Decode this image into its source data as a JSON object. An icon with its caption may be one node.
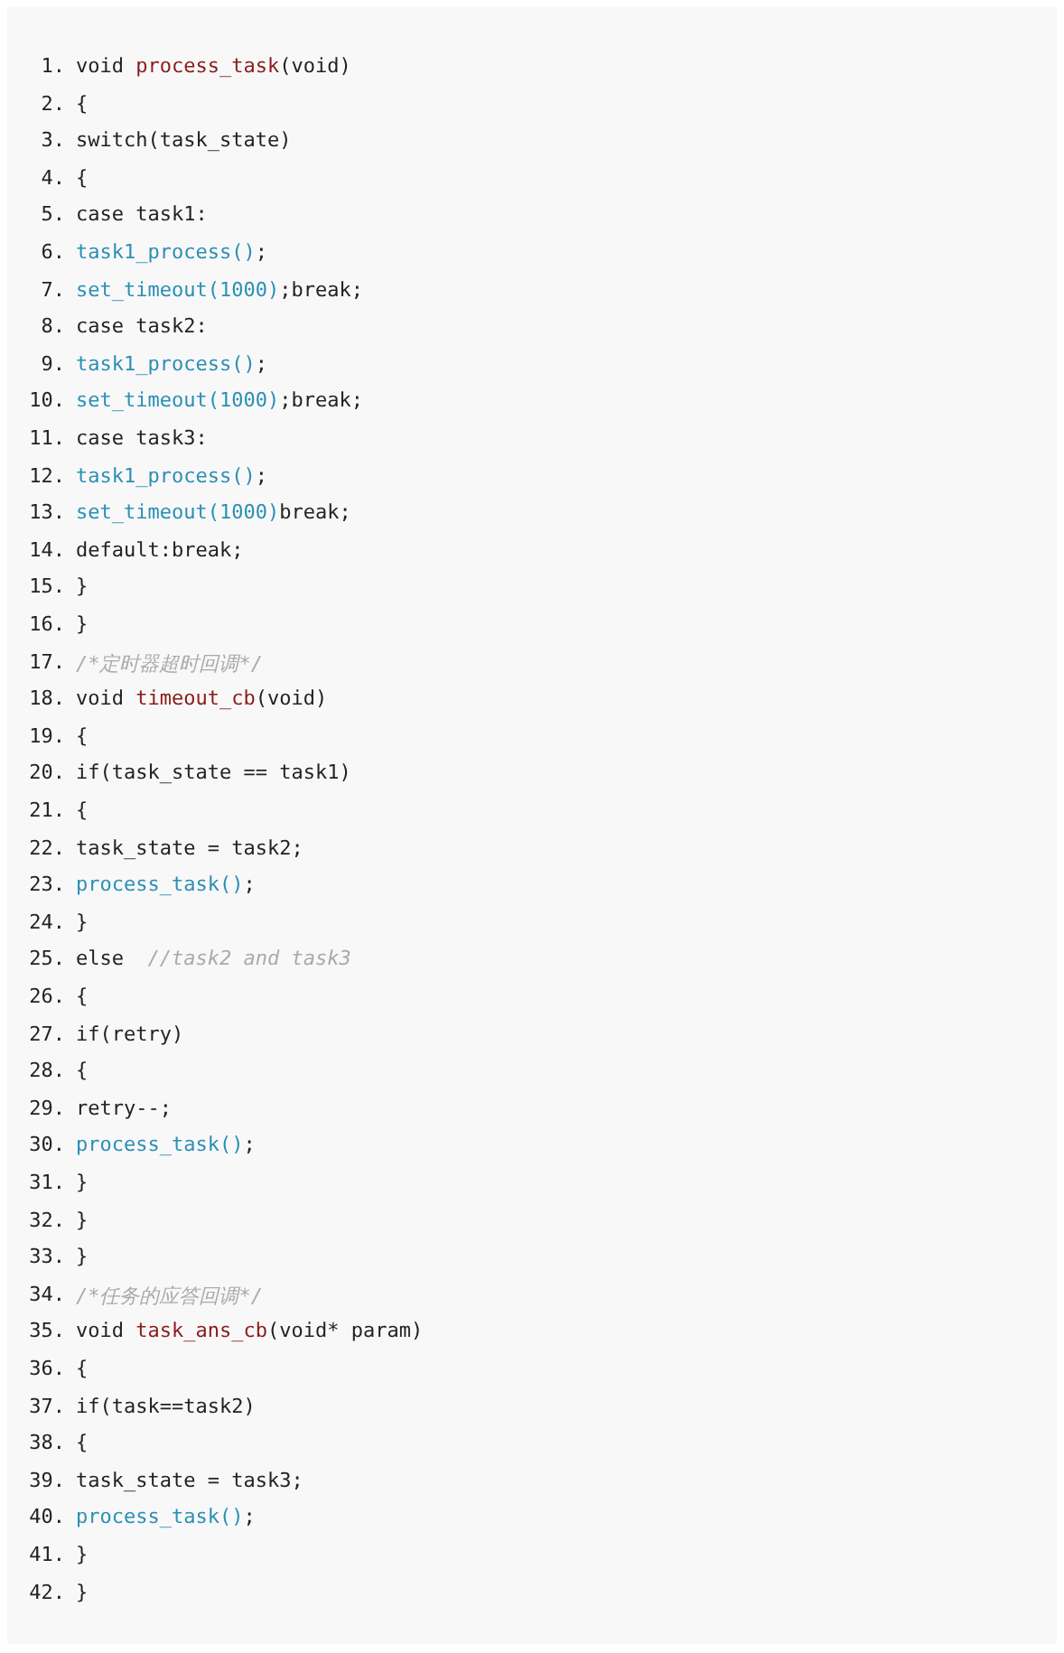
{
  "diagram": {
    "labels": [
      "1.",
      "void process_task(void)",
      "2.",
      "{",
      "3.",
      "switch(task_state)",
      "4.",
      "{",
      "5.",
      "case task1:",
      "6.",
      "task1_process();",
      "7.",
      "set_timeout(1000);break;",
      "8.",
      "case task2:",
      "9.",
      "task1_process();",
      "10.",
      "set_timeout(1000);break;",
      "11.",
      "case task3:",
      "12.",
      "task1_process();",
      "13.",
      "set_timeout(1000)break;",
      "14.",
      "default:break;",
      "15.",
      "}",
      "16.",
      "}",
      "17.",
      "/*定时器超时回调*/",
      "18.",
      "void timeout_cb(void)",
      "19.",
      "{",
      "20.",
      "if(task_state == task1)",
      "21.",
      "{",
      "22.",
      "task_state = task2;",
      "23.",
      "process_task();",
      "24.",
      "}",
      "25.",
      "else  //task2 and task3",
      "26.",
      "{",
      "27.",
      "if(retry)",
      "28.",
      "{",
      "29.",
      "retry--;",
      "30.",
      "process_task();",
      "31.",
      "}",
      "32.",
      "}",
      "33.",
      "}",
      "34.",
      "/*任务的应答回调*/",
      "35.",
      "void task_ans_cb(void* param)",
      "36.",
      "{",
      "37.",
      "if(task==task2)",
      "38.",
      "{",
      "39.",
      "task_state = task3;",
      "40.",
      "process_task();",
      "41.",
      "}",
      "42.",
      "}"
    ]
  }
}
